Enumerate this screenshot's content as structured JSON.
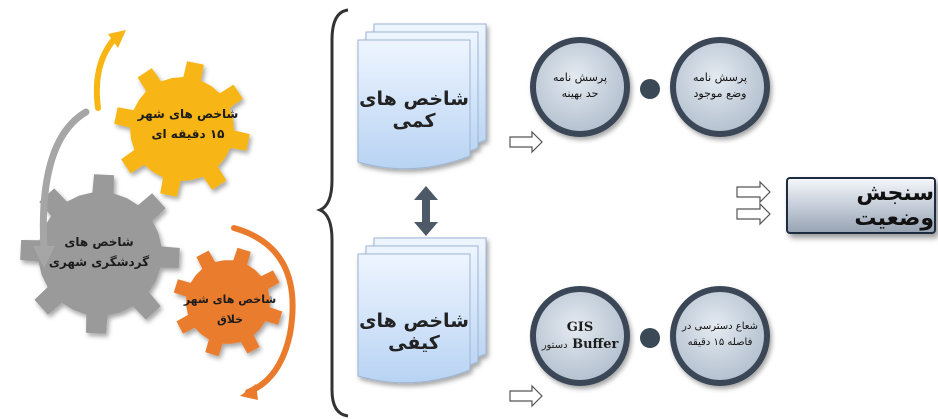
{
  "gears": [
    {
      "id": "gear-yellow",
      "lines": [
        "شاخص های شهر",
        "۱۵ دقیقه ای"
      ],
      "color": "#f7b614"
    },
    {
      "id": "gear-gray",
      "lines": [
        "شاخص های",
        "گردشگری شهری"
      ],
      "color": "#9a9a9a"
    },
    {
      "id": "gear-orange",
      "lines": [
        "شاخص های شهر",
        "خلاق"
      ],
      "color": "#ea7b2d"
    }
  ],
  "documents": {
    "quantitative": "شاخص های کمی",
    "qualitative": "شاخص های کیفی"
  },
  "circles": {
    "top_left": [
      "پرسش نامه",
      "حد بهینه"
    ],
    "top_right": [
      "پرسش نامه",
      "وضع موجود"
    ],
    "bottom_left": {
      "main": "GIS",
      "second": "Buffer",
      "sub": "دستور"
    },
    "bottom_right": [
      "شعاع دسترسی در",
      "فاصله ۱۵ دقیقه"
    ]
  },
  "status_box": {
    "label": "سنجش وضعیت"
  },
  "colors": {
    "circle_fill": "#c9d4df",
    "circle_border": "#3a4756",
    "doc_fill": "#dceafb",
    "dot": "#3b4856"
  }
}
